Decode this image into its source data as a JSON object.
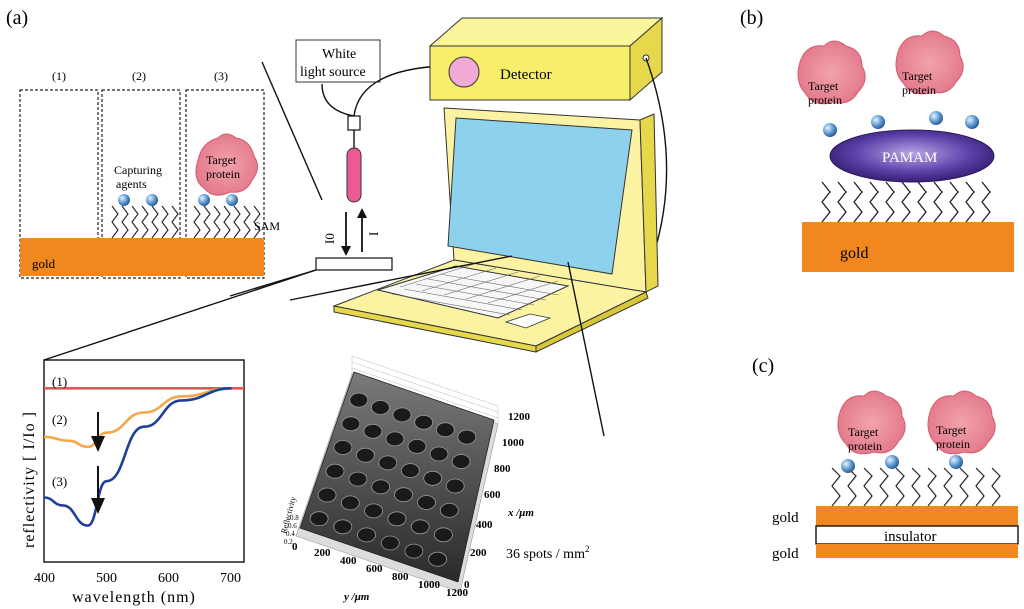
{
  "panels": {
    "a": "(a)",
    "b": "(b)",
    "c": "(c)"
  },
  "schematic": {
    "cols": [
      "(1)",
      "(2)",
      "(3)"
    ],
    "gold": "gold",
    "capturing_1": "Capturing",
    "capturing_2": "agents",
    "target_1": "Target",
    "target_2": "protein",
    "sam": "SAM"
  },
  "setup": {
    "light_1": "White",
    "light_2": "light source",
    "detector": "Detector",
    "i0": "I0",
    "i": "I"
  },
  "chart_data": [
    {
      "type": "line",
      "xlabel": "wavelength (nm)",
      "ylabel": "reflectivity [ I/Io ]",
      "xticks": [
        "400",
        "500",
        "600",
        "700"
      ],
      "xlim": [
        400,
        720
      ],
      "ylim": [
        0,
        1
      ],
      "curve_labels": [
        "(1)",
        "(2)",
        "(3)"
      ],
      "series": [
        {
          "color": "#e8505a",
          "x": [
            400,
            720
          ],
          "y": [
            0.86,
            0.86
          ]
        },
        {
          "color": "#f5a54a",
          "x": [
            400,
            440,
            470,
            500,
            560,
            620,
            700
          ],
          "y": [
            0.62,
            0.6,
            0.57,
            0.64,
            0.74,
            0.82,
            0.86
          ]
        },
        {
          "color": "#1f3f9a",
          "x": [
            400,
            430,
            470,
            500,
            560,
            620,
            700
          ],
          "y": [
            0.32,
            0.28,
            0.18,
            0.4,
            0.67,
            0.8,
            0.86
          ]
        }
      ]
    },
    {
      "type": "heatmap",
      "zlabel": "Reflectivity",
      "xlabel": "x /μm",
      "ylabel": "y /μm",
      "x_ticks": [
        "0",
        "200",
        "400",
        "600",
        "800",
        "1000",
        "1200"
      ],
      "y_ticks": [
        "0",
        "200",
        "400",
        "600",
        "800",
        "1000",
        "1200"
      ],
      "z_ticks": [
        "0.2",
        "0.4",
        "0.6",
        "0.8"
      ],
      "density": "36 spots / mm",
      "density_sup": "2"
    }
  ],
  "panel_b": {
    "target_1": "Target",
    "target_2": "protein",
    "pamam": "PAMAM",
    "gold": "gold"
  },
  "panel_c": {
    "target_1": "Target",
    "target_2": "protein",
    "gold_top": "gold",
    "insulator": "insulator",
    "gold_bottom": "gold"
  }
}
